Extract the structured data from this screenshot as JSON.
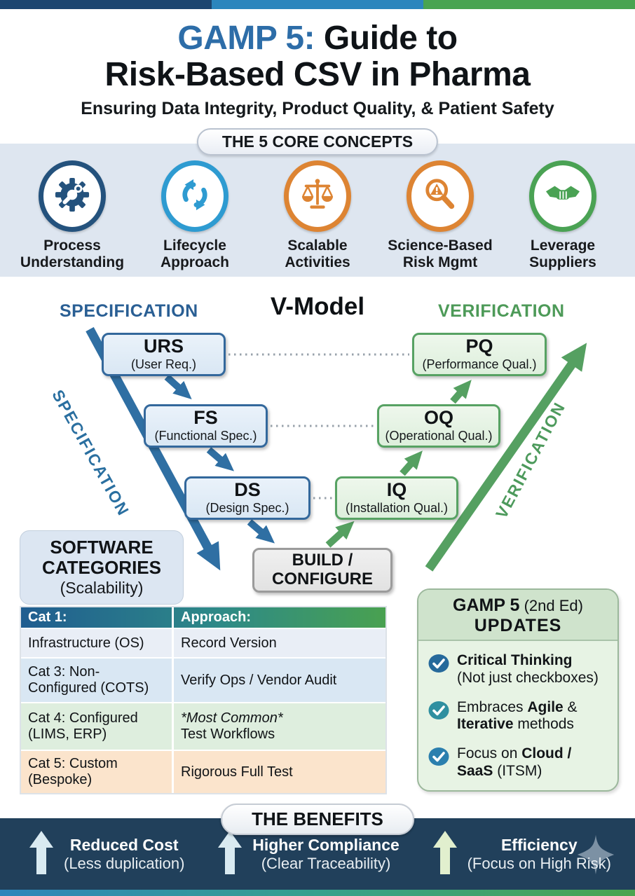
{
  "colors": {
    "accent_navy": "#1c4670",
    "accent_blue": "#2b86bd",
    "accent_green": "#48a451",
    "accent_orange": "#dd8433",
    "title_blue": "#2d6da8",
    "benefits_band": "#21405b"
  },
  "header": {
    "title_highlight": "GAMP 5:",
    "title_rest": " Guide to",
    "title_line2": "Risk-Based CSV in Pharma",
    "subtitle": "Ensuring Data Integrity, Product Quality, & Patient Safety"
  },
  "core_concepts": {
    "heading": "THE 5 CORE CONCEPTS",
    "items": [
      {
        "label_line1": "Process",
        "label_line2": "Understanding",
        "icon": "gear-wrench-icon",
        "color": "#24527d"
      },
      {
        "label_line1": "Lifecycle",
        "label_line2": "Approach",
        "icon": "cycle-arrows-icon",
        "color": "#2e9bd1"
      },
      {
        "label_line1": "Scalable",
        "label_line2": "Activities",
        "icon": "balance-scale-icon",
        "color": "#dd8433"
      },
      {
        "label_line1": "Science-Based",
        "label_line2": "Risk Mgmt",
        "icon": "risk-magnifier-icon",
        "color": "#dd8433"
      },
      {
        "label_line1": "Leverage",
        "label_line2": "Suppliers",
        "icon": "handshake-icon",
        "color": "#4aa254"
      }
    ]
  },
  "v_model": {
    "left_header": "SPECIFICATION",
    "title": "V-Model",
    "right_header": "VERIFICATION",
    "left_arrow_label": "SPECIFICATION",
    "right_arrow_label": "VERIFICATION",
    "boxes": {
      "urs": {
        "title": "URS",
        "subtitle": "(User Req.)"
      },
      "fs": {
        "title": "FS",
        "subtitle": "(Functional Spec.)"
      },
      "ds": {
        "title": "DS",
        "subtitle": "(Design Spec.)"
      },
      "build": {
        "title_line1": "BUILD /",
        "title_line2": "CONFIGURE"
      },
      "iq": {
        "title": "IQ",
        "subtitle": "(Installation Qual.)"
      },
      "oq": {
        "title": "OQ",
        "subtitle": "(Operational Qual.)"
      },
      "pq": {
        "title": "PQ",
        "subtitle": "(Performance Qual.)"
      }
    }
  },
  "software_categories": {
    "heading_line1": "SOFTWARE",
    "heading_line2": "CATEGORIES",
    "heading_line3": "(Scalability)",
    "table": {
      "headers": [
        "Cat 1:",
        "Approach:"
      ],
      "rows": [
        {
          "category": "Infrastructure (OS)",
          "approach": "Record Version"
        },
        {
          "category": "Cat 3: Non-Configured (COTS)",
          "approach": "Verify Ops / Vendor Audit"
        },
        {
          "category": "Cat 4: Configured (LIMS, ERP)",
          "approach_italic": "*Most Common*",
          "approach": "Test Workflows"
        },
        {
          "category": "Cat 5: Custom (Bespoke)",
          "approach": "Rigorous Full Test"
        }
      ]
    }
  },
  "updates_panel": {
    "heading_bold": "GAMP 5",
    "heading_normal": " (2nd Ed)",
    "heading_line2": "UPDATES",
    "items": [
      {
        "pre1": "",
        "bold1": "Critical Thinking",
        "post1": "",
        "bold2": "",
        "post2": "(Not just checkboxes)"
      },
      {
        "pre1": "Embraces ",
        "bold1": "Agile",
        "post1": " &",
        "bold2": "Iterative",
        "post2": " methods"
      },
      {
        "pre1": "Focus on ",
        "bold1": "Cloud /",
        "post1": "",
        "bold2": "SaaS",
        "post2": " (ITSM)"
      }
    ]
  },
  "benefits": {
    "heading": "THE BENEFITS",
    "items": [
      {
        "title": "Reduced Cost",
        "subtitle": "(Less duplication)"
      },
      {
        "title": "Higher Compliance",
        "subtitle": "(Clear Traceability)"
      },
      {
        "title": "Efficiency",
        "subtitle": "(Focus on High Risk)"
      }
    ]
  }
}
